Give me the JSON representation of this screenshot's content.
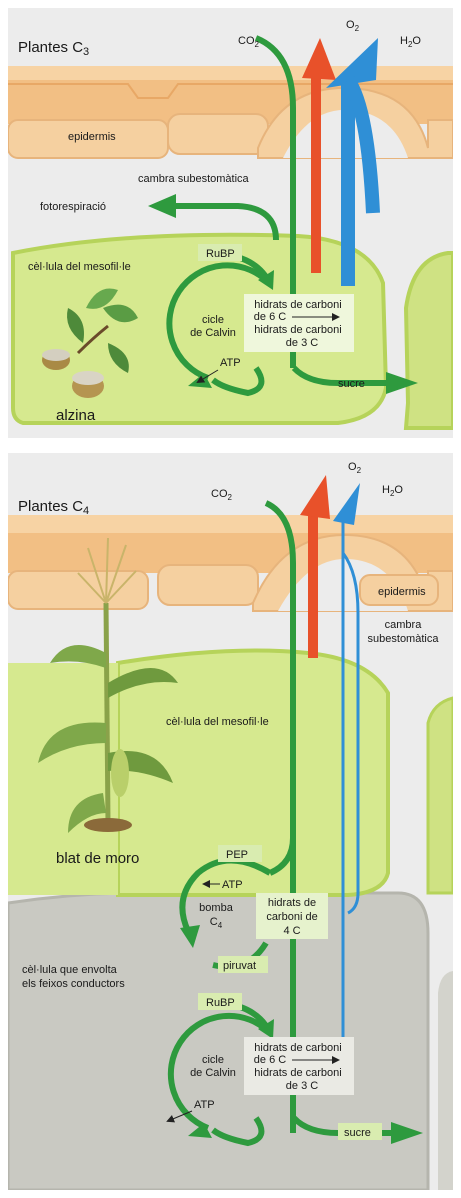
{
  "c3": {
    "title": "Plantes C",
    "title_sub": "3",
    "co2": "CO",
    "o2": "O",
    "h2o": "H",
    "h2o_tail": "O",
    "sub2": "2",
    "epidermis": "epidermis",
    "chamber": "cambra subestomàtica",
    "photorespiration": "fotorespiració",
    "mesophyll": "cèl·lula del mesofil·le",
    "rubp": "RuBP",
    "calvin_1": "cicle",
    "calvin_2": "de Calvin",
    "carb6_1": "hidrats de carboni",
    "carb6_2": "de 6 C",
    "carb3_1": "hidrats de carboni",
    "carb3_2": "de 3 C",
    "atp": "ATP",
    "sugar": "sucre",
    "plant": "alzina"
  },
  "c4": {
    "title": "Plantes C",
    "title_sub": "4",
    "co2": "CO",
    "o2": "O",
    "h2o": "H",
    "h2o_tail": "O",
    "sub2": "2",
    "epidermis": "epidermis",
    "chamber_1": "cambra",
    "chamber_2": "subestomàtica",
    "mesophyll": "cèl·lula del mesofil·le",
    "plant": "blat de moro",
    "pep": "PEP",
    "atp_pump": "ATP",
    "pump_1": "bomba",
    "pump_2": "C",
    "pump_sub": "4",
    "carb4_1": "hidrats de",
    "carb4_2": "carboni de",
    "carb4_3": "4 C",
    "pyruvate": "piruvat",
    "bundle_1": "cèl·lula que envolta",
    "bundle_2": "els feixos conductors",
    "rubp": "RuBP",
    "calvin_1": "cicle",
    "calvin_2": "de Calvin",
    "carb6_1": "hidrats de carboni",
    "carb6_2": "de 6 C",
    "carb3_1": "hidrats de carboni",
    "carb3_2": "de 3 C",
    "atp_calvin": "ATP",
    "sugar": "sucre"
  },
  "colors": {
    "green_arrow": "#2e9a3e",
    "red_arrow": "#e8512a",
    "blue_arrow": "#2f8fd6",
    "mesophyll_fill": "#d6e98f",
    "mesophyll_edge": "#b6d35a",
    "epidermis_fill": "#f4c68c",
    "bundle_fill": "#c9c9c2",
    "label_box": "#d9ecb0"
  }
}
